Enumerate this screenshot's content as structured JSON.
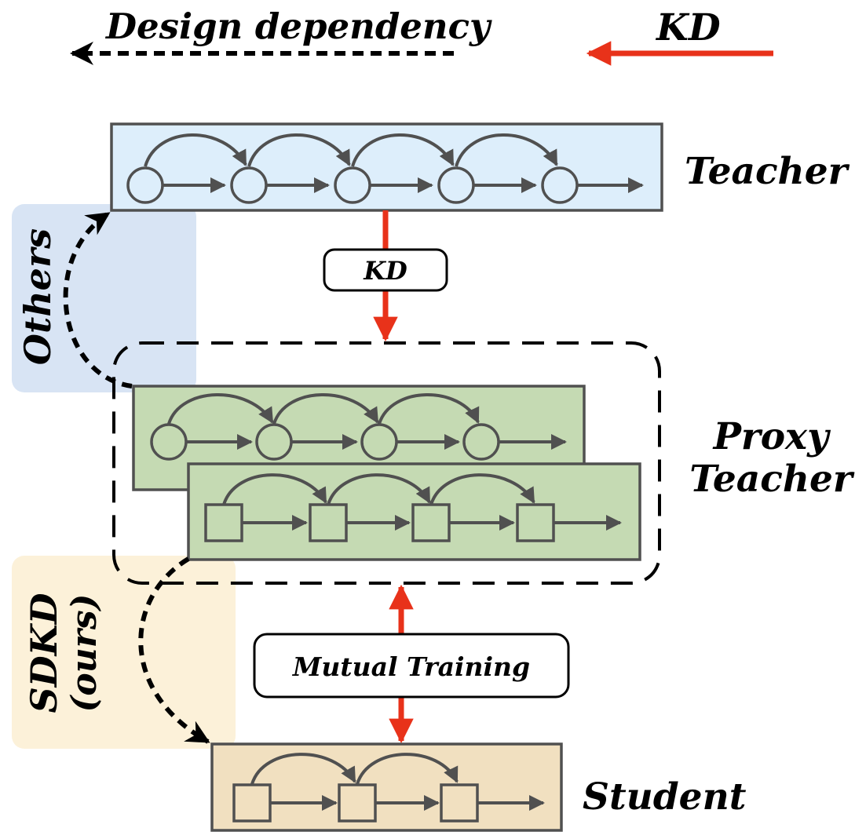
{
  "legend": {
    "design_dependency": "Design dependency",
    "kd": "KD"
  },
  "models": {
    "teacher": "Teacher",
    "proxy_line1": "Proxy",
    "proxy_line2": "Teacher",
    "student": "Student"
  },
  "edges": {
    "kd_label": "KD",
    "mutual_training": "Mutual Training"
  },
  "side_labels": {
    "others": "Others",
    "sdkd_line1": "SDKD",
    "sdkd_line2": "(ours)"
  },
  "colors": {
    "kd_arrow": "#e8321a",
    "design_arrow": "#000000",
    "teacher_fill": "#ddeefb",
    "proxy_fill": "#c5dab3",
    "student_fill": "#f1e0c0",
    "others_bg": "#d8e4f4",
    "sdkd_bg": "#fcf1d9",
    "node_stroke": "#505050"
  },
  "icons": {
    "circle_node": "circle-node-icon",
    "square_node": "square-node-icon"
  }
}
